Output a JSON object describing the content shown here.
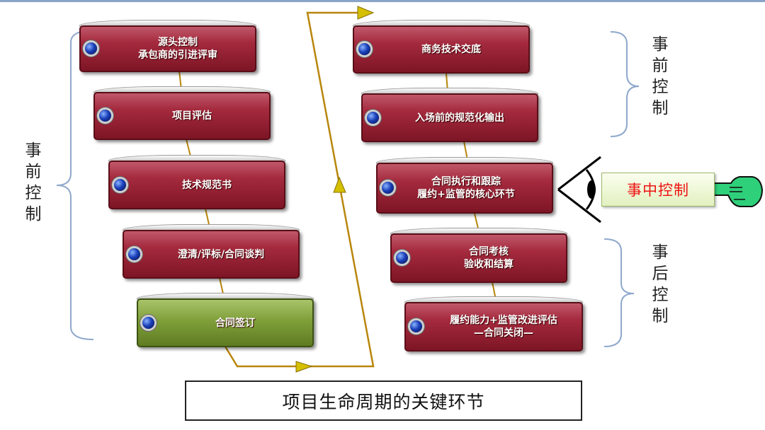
{
  "steps_left": [
    {
      "line1": "源头控制",
      "line2": "承包商的引进评审"
    },
    {
      "line1": "项目评估",
      "line2": ""
    },
    {
      "line1": "技术规范书",
      "line2": ""
    },
    {
      "line1": "澄清/评标/合同谈判",
      "line2": ""
    },
    {
      "line1": "合同签订",
      "line2": ""
    }
  ],
  "steps_right": [
    {
      "line1": "商务技术交底",
      "line2": ""
    },
    {
      "line1": "入场前的规范化输出",
      "line2": ""
    },
    {
      "line1": "合同执行和跟踪",
      "line2": "履约+监管的核心环节"
    },
    {
      "line1": "合同考核",
      "line2": "验收和结算"
    },
    {
      "line1": "履约能力+监管改进评估",
      "line2": "—合同关闭—"
    }
  ],
  "brackets": {
    "left_pre": "事前控制",
    "right_pre": "事前控制",
    "right_post": "事后控制"
  },
  "callout": "事中控制",
  "caption": "项目生命周期的关键环节",
  "colors": {
    "step_red": "#a52a3e",
    "step_green": "#7f9f3a",
    "connector": "#b8860b",
    "bracket": "#8fa8cc",
    "callout_text": "#ee1111"
  }
}
